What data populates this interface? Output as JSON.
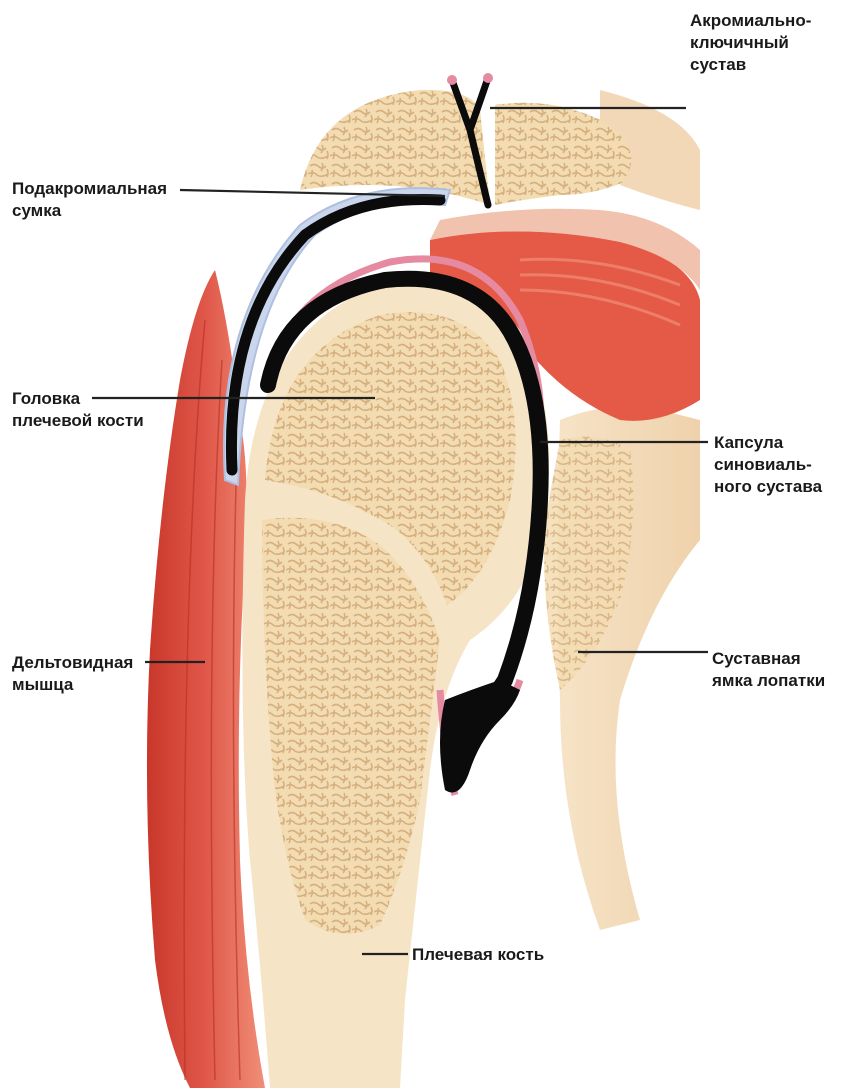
{
  "labels": {
    "acromioclavicular_joint": [
      "Акромиально-",
      "ключичный",
      "сустав"
    ],
    "subacromial_bursa": [
      "Подакромиальная",
      "сумка"
    ],
    "humeral_head": [
      "Головка",
      "плечевой кости"
    ],
    "joint_capsule": [
      "Капсула",
      "синовиаль-",
      "ного сустава"
    ],
    "deltoid_muscle": [
      "Дельтовидная",
      "мышца"
    ],
    "glenoid_cavity": [
      "Суставная",
      "ямка лопатки"
    ],
    "humerus": [
      "Плечевая кость"
    ]
  },
  "colors": {
    "bone": "#f3dcb2",
    "bone_texture": "#d9b98a",
    "muscle": "#d9493a",
    "muscle_light": "#eb8a72",
    "capsule_black": "#0b0b0b",
    "synovial_pink": "#e58aa0",
    "bursa_blue": "#c9d6ec",
    "tendon": "#f2c6a8",
    "leader_line": "#222222"
  }
}
